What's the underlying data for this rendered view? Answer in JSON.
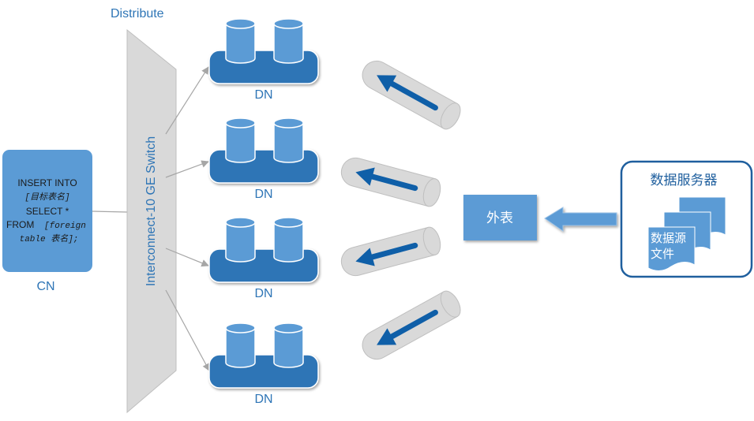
{
  "diagram": {
    "distribute_label": "Distribute",
    "switch_label": "Interconnect-10 GE Switch",
    "cn": {
      "label": "CN",
      "sql_lines": [
        {
          "text": "INSERT INTO",
          "style": "sans"
        },
        {
          "text": "[目标表名]",
          "style": "mono"
        },
        {
          "text": "SELECT *",
          "style": "sans"
        },
        {
          "text": "FROM ",
          "style": "sans",
          "suffix": "[foreign"
        },
        {
          "text": "table 表名];",
          "style": "mono"
        }
      ]
    },
    "data_nodes": [
      {
        "label": "DN"
      },
      {
        "label": "DN"
      },
      {
        "label": "DN"
      },
      {
        "label": "DN"
      }
    ],
    "foreign_table": {
      "label": "外表"
    },
    "data_server": {
      "title": "数据服务器",
      "file_label_line1": "数据源",
      "file_label_line2": "文件"
    },
    "colors": {
      "primary_blue": "#5b9bd5",
      "dark_blue": "#2e75b6",
      "arrow_blue": "#0f5fa8",
      "switch_gray": "#d9d9d9",
      "pipe_gray": "#d9d9d9",
      "border_blue": "#1f5f9e"
    }
  }
}
